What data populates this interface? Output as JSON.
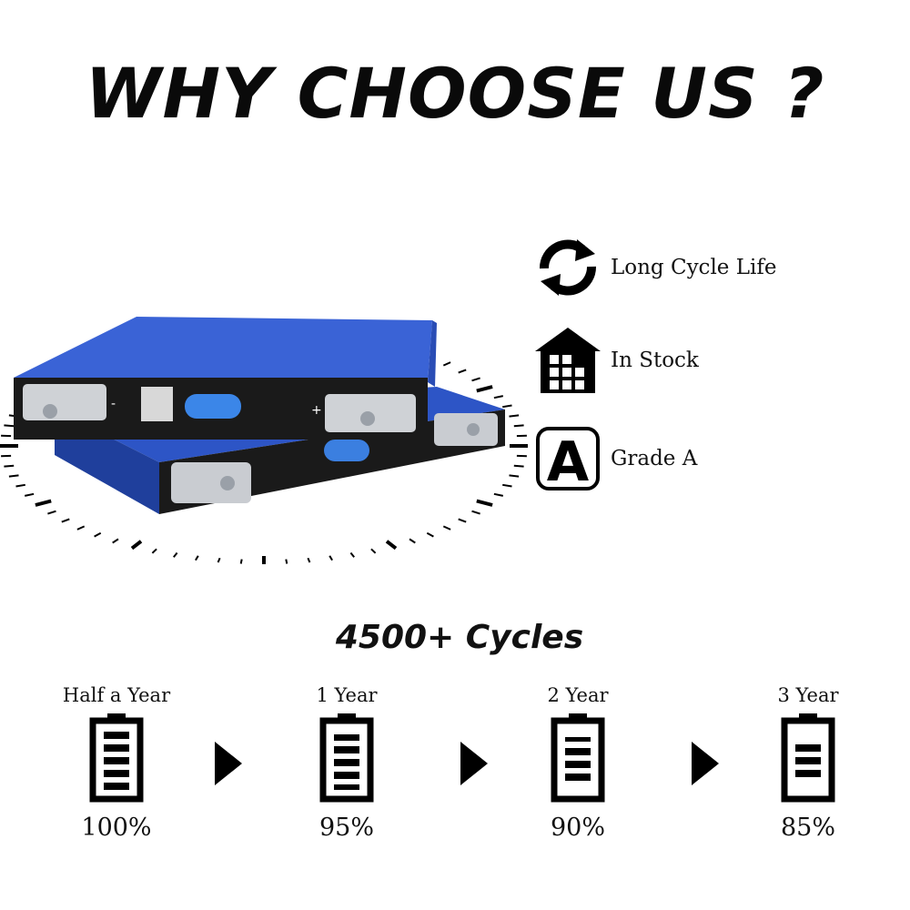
{
  "header": {
    "title": "WHY CHOOSE US ?"
  },
  "features": [
    {
      "icon": "cycle-arrows-icon",
      "label": "Long Cycle Life"
    },
    {
      "icon": "warehouse-icon",
      "label": "In Stock"
    },
    {
      "icon": "grade-a-icon",
      "label": "Grade A"
    }
  ],
  "cycles": {
    "title": "4500+ Cycles",
    "stages": [
      {
        "label": "Half a Year",
        "percent": "100%"
      },
      {
        "label": "1 Year",
        "percent": "95%"
      },
      {
        "label": "2 Year",
        "percent": "90%"
      },
      {
        "label": "3 Year",
        "percent": "85%"
      }
    ]
  },
  "colors": {
    "battery_blue": "#2f56c9",
    "text": "#111111",
    "background": "#ffffff"
  }
}
